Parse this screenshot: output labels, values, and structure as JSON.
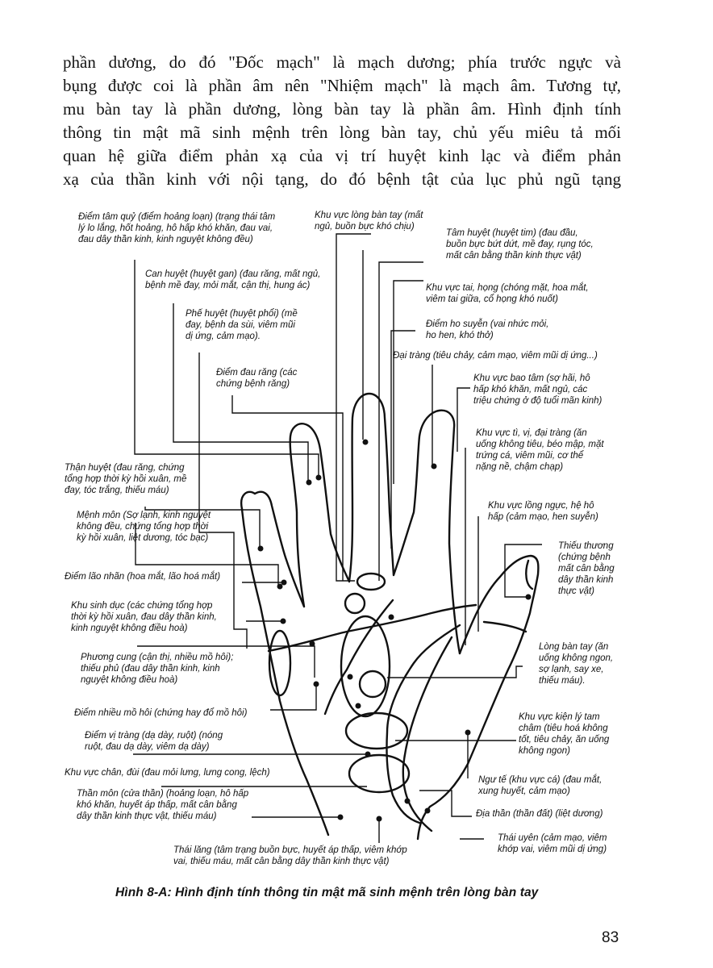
{
  "body": {
    "lines": [
      "phần dương, do đó \"Đốc mạch\" là mạch dương; phía trước ngực và",
      "bụng được coi là phần âm nên \"Nhiệm mạch\" là mạch âm. Tương tự,",
      "mu bàn tay là phần dương, lòng bàn tay là phần âm. Hình định tính",
      "thông tin mật mã sinh mệnh trên lòng bàn tay, chủ yếu miêu tả mối",
      "quan hệ giữa điểm phản xạ của vị trí huyệt kinh lạc và điểm phản",
      "xạ của thần kinh với nội tạng, do đó bệnh tật của lục phủ ngũ tạng"
    ]
  },
  "figure": {
    "labels": [
      {
        "text": "Điểm tâm quỷ (điểm hoảng loạn) (trạng thái tâm\nlý lo lắng, hốt hoảng, hô hấp khó khăn, đau vai,\nđau dây thần kinh, kinh nguyệt không đều)"
      },
      {
        "text": "Khu vực lòng bàn tay (mất\nngủ, buồn bực khó chịu)"
      },
      {
        "text": "Tâm huyệt (huyệt tim) (đau đầu,\nbuồn bực bứt dứt, mề đay, rụng tóc,\nmất cân bằng thần kinh thực vật)"
      },
      {
        "text": "Can huyệt (huyệt gan) (đau răng, mất ngủ,\nbệnh mề đay, mỏi mắt, cận thị, hung ác)"
      },
      {
        "text": "Khu vực tai, họng (chóng mặt, hoa mắt,\nviêm tai giữa, cổ họng khó nuốt)"
      },
      {
        "text": "Phế huyệt (huyệt phổi) (mề\nđay, bệnh da sùi, viêm mũi\ndị ứng, cảm mạo)."
      },
      {
        "text": "Điểm ho suyễn (vai nhức mỏi,\nho hen, khó thở)"
      },
      {
        "text": "Đại tràng (tiêu chảy, cảm mạo, viêm mũi dị ứng...)"
      },
      {
        "text": "Điểm đau răng (các\nchứng bệnh răng)"
      },
      {
        "text": "Khu vực bao tâm (sợ hãi, hô\nhấp khó khăn, mất ngủ, các\ntriệu chứng ở độ tuổi mãn kinh)"
      },
      {
        "text": "Khu vực tì, vị, đại tràng (ăn\nuống không tiêu, béo mập, mặt\ntrứng cá, viêm mũi, cơ thể\nnặng nề, chậm chạp)"
      },
      {
        "text": "Thận huyệt (đau răng, chứng\ntổng hợp thời kỳ hồi xuân, mề\nđay, tóc trắng, thiếu máu)"
      },
      {
        "text": "Mệnh môn (Sợ lạnh, kinh nguyệt\nkhông đều, chứng tổng hợp thời\nkỳ hồi xuân, liệt dương, tóc bạc)"
      },
      {
        "text": "Khu vực lồng ngực, hệ hô\nhấp (cảm mạo, hen suyễn)"
      },
      {
        "text": "Thiếu thương\n(chứng bệnh\nmất cân bằng\ndây thần kinh\nthực vật)"
      },
      {
        "text": "Điểm lão nhãn (hoa mắt, lão hoá mắt)"
      },
      {
        "text": "Khu sinh dục (các chứng tổng hợp\nthời kỳ hồi xuân, đau dây thần kinh,\nkinh nguyệt không điều hoà)"
      },
      {
        "text": "Phương cung (cận thị, nhiều mồ hôi);\nthiếu phủ (đau dây thần kinh, kinh\nnguyệt không điều hoà)"
      },
      {
        "text": "Lòng bàn tay (ăn\nuống không ngon,\nsợ lạnh, say xe,\nthiếu máu)."
      },
      {
        "text": "Điểm nhiều mồ hôi (chứng hay đổ mồ hôi)"
      },
      {
        "text": "Khu vực kiện lý tam\nchâm (tiêu hoá không\ntốt, tiêu chảy, ăn uống\nkhông ngon)"
      },
      {
        "text": "Điểm vị tràng (dạ dày, ruột) (nóng\nruột, đau dạ dày, viêm dạ dày)"
      },
      {
        "text": "Khu vực chân, đùi (đau mỏi lưng, lưng cong, lệch)"
      },
      {
        "text": "Ngư tế (khu vực cá) (đau mắt,\nxung huyết, cảm mạo)"
      },
      {
        "text": "Thần môn (cửa thần) (hoảng loạn, hô hấp\nkhó khăn, huyết áp thấp, mất cân bằng\ndây thần kinh thực vật, thiếu máu)"
      },
      {
        "text": "Địa thần (thần đất) (liệt dương)"
      },
      {
        "text": "Thái uyên (cảm mạo, viêm\nkhớp vai, viêm mũi dị ứng)"
      },
      {
        "text": "Thái lăng (tâm trạng buồn bực, huyết áp thấp, viêm khớp\nvai, thiếu máu, mất cân bằng dây thần kinh thực vật)"
      }
    ],
    "caption": "Hình 8-A: Hình định tính thông tin mật mã sinh mệnh trên lòng bàn tay"
  },
  "page_number": "83"
}
